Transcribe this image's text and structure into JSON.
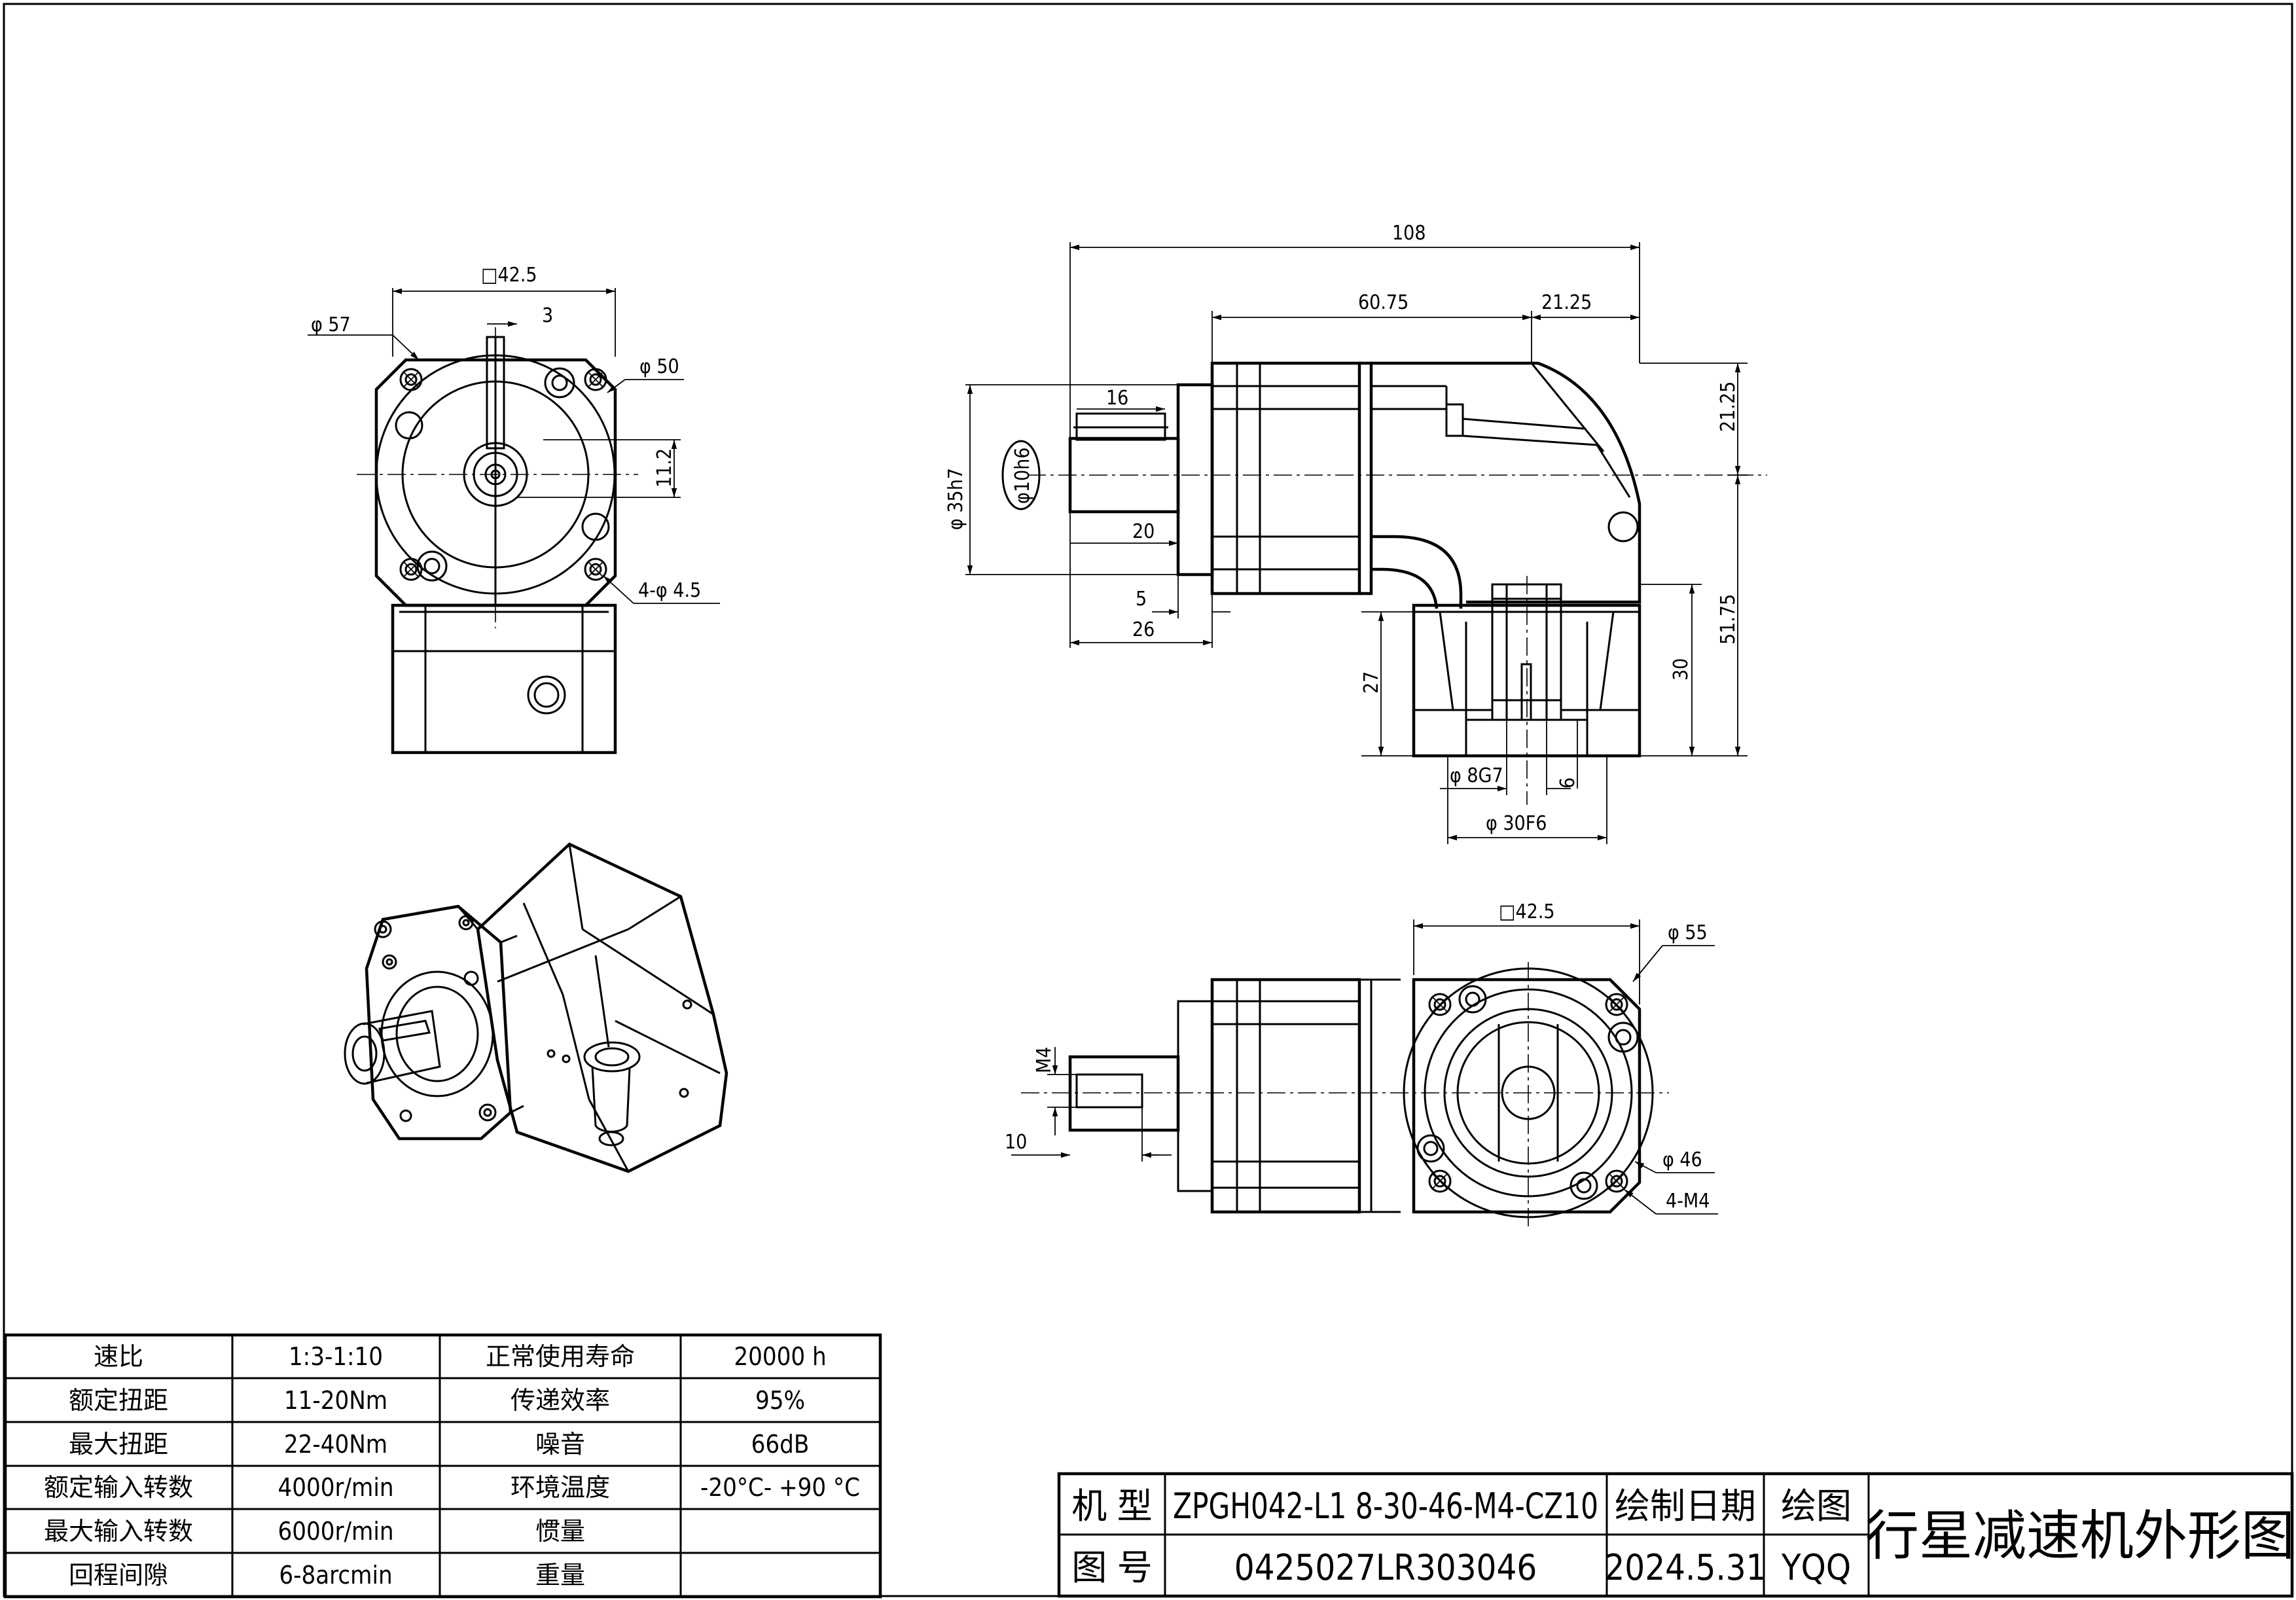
{
  "front_view": {
    "dims": {
      "square": "□42.5",
      "pcd_outer": "φ 57",
      "key_width": "3",
      "pcd_bolt": "φ 50",
      "key_height": "11.2",
      "holes": "4-φ 4.5"
    }
  },
  "side_view": {
    "dims": {
      "total_length": "108",
      "body_length": "60.75",
      "cap_length": "21.25",
      "key_length": "16",
      "pilot": "φ 35h7",
      "shaft": "φ10h6",
      "shaft_len": "20",
      "pilot_len": "5",
      "shaft_total": "26",
      "upper_height": "21.25",
      "lower_height": "51.75",
      "flange_depth": "27",
      "bore_depth": "30",
      "bore": "φ 8G7",
      "key_depth": "6",
      "spigot": "φ 30F6"
    }
  },
  "bottom_view": {
    "dims": {
      "square": "□42.5",
      "pcd_outer": "φ 55",
      "tap": "M4",
      "tap_depth": "10",
      "pcd_bolt": "φ 46",
      "holes": "4-M4"
    }
  },
  "spec_table": {
    "rows": [
      {
        "label": "速比",
        "value": "1:3-1:10",
        "label2": "正常使用寿命",
        "value2": "20000 h"
      },
      {
        "label": "额定扭距",
        "value": "11-20Nm",
        "label2": "传递效率",
        "value2": "95%"
      },
      {
        "label": "最大扭距",
        "value": "22-40Nm",
        "label2": "噪音",
        "value2": "66dB"
      },
      {
        "label": "额定输入转数",
        "value": "4000r/min",
        "label2": "环境温度",
        "value2": "-20°C- +90 °C"
      },
      {
        "label": "最大输入转数",
        "value": "6000r/min",
        "label2": "惯量",
        "value2": ""
      },
      {
        "label": "回程间隙",
        "value": "6-8arcmin",
        "label2": "重量",
        "value2": ""
      }
    ]
  },
  "title_block": {
    "model_label": "机 型",
    "model_value": "ZPGH042-L1 8-30-46-M4-CZ10",
    "date_label": "绘制日期",
    "drawn_label": "绘图",
    "drawing_no_label": "图 号",
    "drawing_no_value": "0425027LR303046",
    "date_value": "2024.5.31",
    "drawn_value": "YQQ",
    "title": "行星减速机外形图"
  }
}
